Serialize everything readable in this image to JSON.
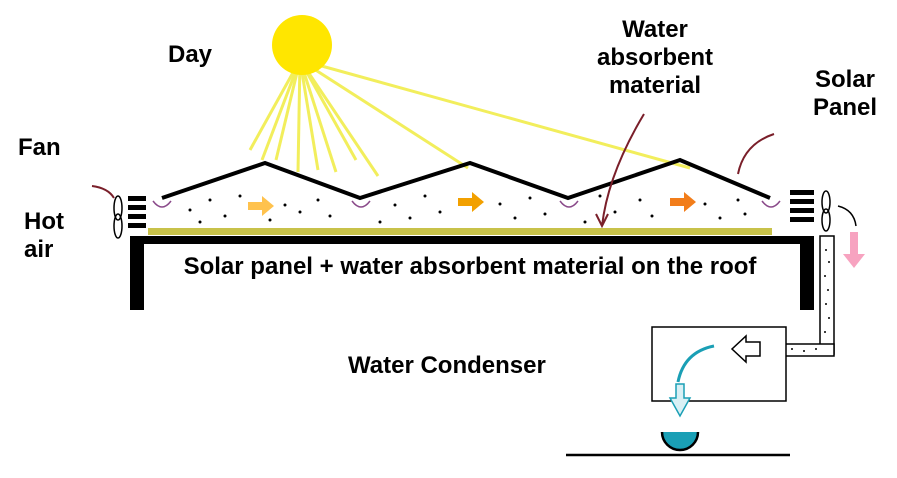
{
  "labels": {
    "day": "Day",
    "water_absorbent": "Water absorbent material",
    "solar_panel": "Solar Panel",
    "fan": "Fan",
    "hot_air": "Hot air",
    "roof_caption": "Solar panel + water absorbent material on the roof",
    "condenser": "Water Condenser"
  },
  "colors": {
    "sun": "#ffe600",
    "ray": "#f2ee5c",
    "absorbent": "#c8c24a",
    "arrow_light": "#ffc24d",
    "arrow_mid": "#f2a000",
    "arrow_dark": "#f27d1a",
    "flow_down": "#f7a3c0",
    "water": "#1a9fb5",
    "pointer": "#7a1f2a",
    "frame": "#000000"
  },
  "icons": [
    "sun-icon",
    "fan-icon",
    "vent-icon",
    "flow-arrow-icon",
    "droplet-bowl-icon"
  ]
}
